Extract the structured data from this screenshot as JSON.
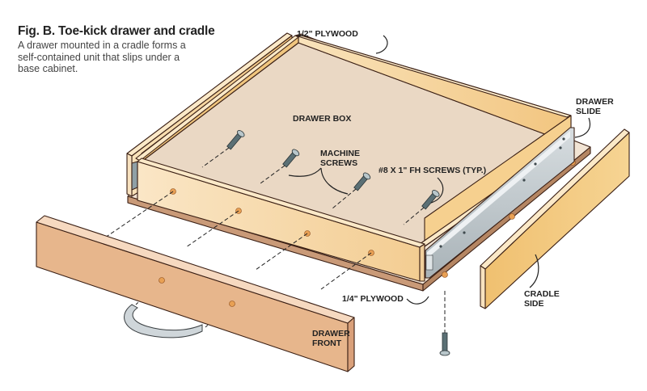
{
  "figure": {
    "title": "Fig. B. Toe-kick drawer and cradle",
    "description_lines": [
      "A drawer mounted in a cradle forms a",
      "self-contained unit that slips under a",
      "base cabinet."
    ]
  },
  "labels": {
    "half_plywood": "1/2\" PLYWOOD",
    "drawer_slide": [
      "DRAWER",
      "SLIDE"
    ],
    "drawer_box": "DRAWER BOX",
    "machine_screws": [
      "MACHINE",
      "SCREWS"
    ],
    "fh_screws": "#8 X 1\" FH SCREWS (TYP.)",
    "quarter_plywood": "1/4\" PLYWOOD",
    "cradle_side": [
      "CRADLE",
      "SIDE"
    ],
    "drawer_front": [
      "DRAWER",
      "FRONT"
    ]
  },
  "colors": {
    "wood_light": "#f7dcaa",
    "wood_mid": "#f0c57e",
    "wood_edge": "#fbe9c8",
    "drawer_bottom": "#ead8c4",
    "plywood_base": "#f2e4d4",
    "drawer_front": "#e7b68c",
    "drawer_front_top": "#f6d9c0",
    "metal": "#b9c1c6",
    "screw": "#5b7075",
    "hole": "#e8a054",
    "outline": "#3a1f14"
  }
}
